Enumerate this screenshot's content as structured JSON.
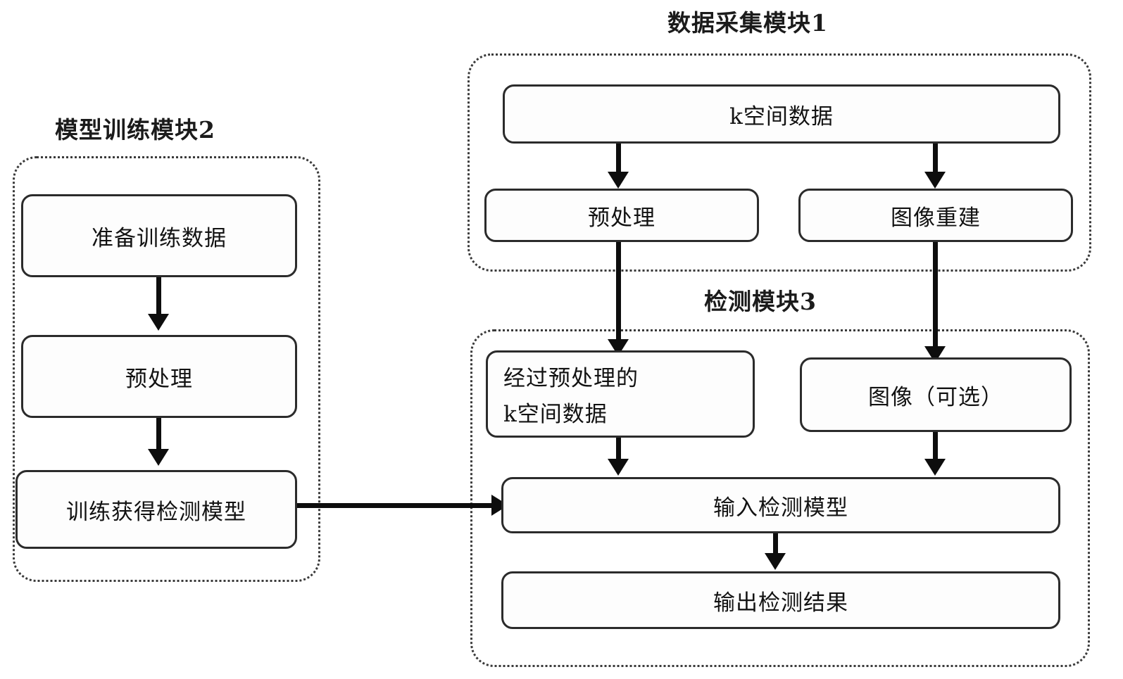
{
  "diagram": {
    "type": "flowchart",
    "background_color": "#ffffff",
    "line_color": "#0d0d0d",
    "box_border_color": "#2b2b2b",
    "container_border_color": "#3a3a3a",
    "modules": [
      {
        "id": "data-acquisition",
        "title": "数据采集模块1",
        "nodes": [
          {
            "id": "k-space-data",
            "label": "k空间数据"
          },
          {
            "id": "preprocess",
            "label": "预处理"
          },
          {
            "id": "image-reconstruction",
            "label": "图像重建"
          }
        ]
      },
      {
        "id": "model-training",
        "title": "模型训练模块2",
        "nodes": [
          {
            "id": "prepare-training-data",
            "label": "准备训练数据"
          },
          {
            "id": "preprocess-training",
            "label": "预处理"
          },
          {
            "id": "trained-detection-model",
            "label": "训练获得检测模型"
          }
        ]
      },
      {
        "id": "detection",
        "title": "检测模块3",
        "nodes": [
          {
            "id": "preprocessed-k-space",
            "label_line1": "经过预处理的",
            "label_line2": "k空间数据"
          },
          {
            "id": "image-optional",
            "label": "图像（可选）"
          },
          {
            "id": "input-detection-model",
            "label": "输入检测模型"
          },
          {
            "id": "output-detection-result",
            "label": "输出检测结果"
          }
        ]
      }
    ],
    "edges": [
      {
        "from": "k-space-data",
        "to": "preprocess",
        "style": "solid-arrow"
      },
      {
        "from": "k-space-data",
        "to": "image-reconstruction",
        "style": "solid-arrow"
      },
      {
        "from": "preprocess",
        "to": "preprocessed-k-space",
        "style": "solid-arrow"
      },
      {
        "from": "image-reconstruction",
        "to": "image-optional",
        "style": "solid-arrow"
      },
      {
        "from": "prepare-training-data",
        "to": "preprocess-training",
        "style": "solid-arrow"
      },
      {
        "from": "preprocess-training",
        "to": "trained-detection-model",
        "style": "solid-arrow"
      },
      {
        "from": "trained-detection-model",
        "to": "input-detection-model",
        "style": "solid-arrow"
      },
      {
        "from": "preprocessed-k-space",
        "to": "input-detection-model",
        "style": "solid-arrow"
      },
      {
        "from": "image-optional",
        "to": "input-detection-model",
        "style": "solid-arrow"
      },
      {
        "from": "input-detection-model",
        "to": "output-detection-result",
        "style": "solid-arrow"
      }
    ]
  }
}
